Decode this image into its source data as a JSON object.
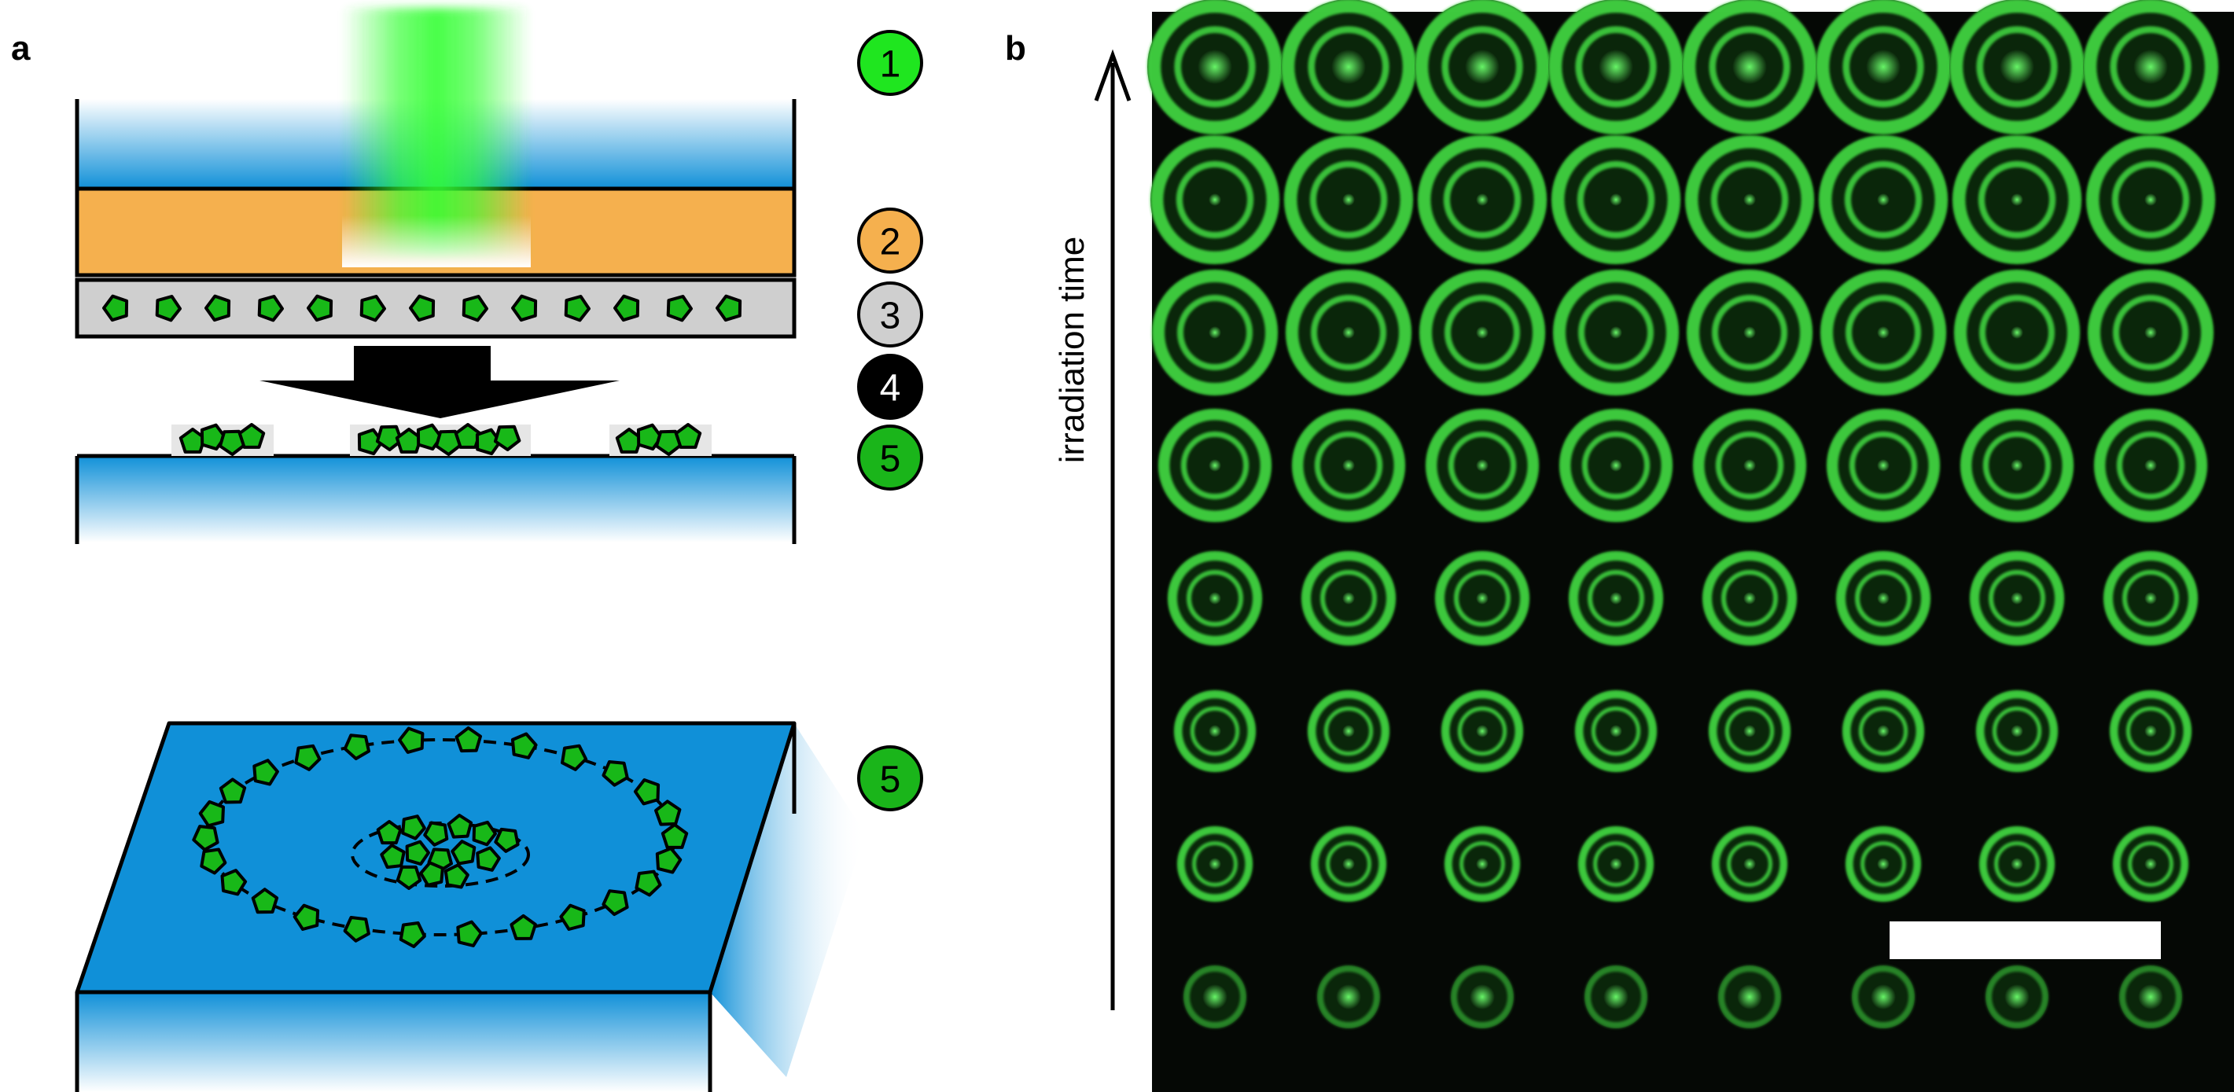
{
  "panel_a": {
    "letter": "a",
    "legend": [
      {
        "label": "1",
        "fill": "#1fe61f",
        "text_color": "#000000"
      },
      {
        "label": "2",
        "fill": "#f5b04e",
        "text_color": "#000000"
      },
      {
        "label": "3",
        "fill": "#cfcfcf",
        "text_color": "#000000"
      },
      {
        "label": "4",
        "fill": "#000000",
        "text_color": "#ffffff"
      },
      {
        "label": "5",
        "fill": "#1ab51a",
        "text_color": "#000000"
      }
    ],
    "legend_bottom": {
      "label": "5",
      "fill": "#1ab51a",
      "text_color": "#000000"
    }
  },
  "panel_b": {
    "letter": "b",
    "axis_label": "irradiation time",
    "grid_rows": 8,
    "grid_cols": 8
  },
  "colors": {
    "water_blue": "#1090d8",
    "donor_orange": "#f5b04e",
    "film_gray": "#cfcfcf",
    "pentagon_green": "#18b818",
    "laser_green": "#33ff33",
    "micrograph_bg": "#050805",
    "fluorescence": "#3fd13f"
  }
}
